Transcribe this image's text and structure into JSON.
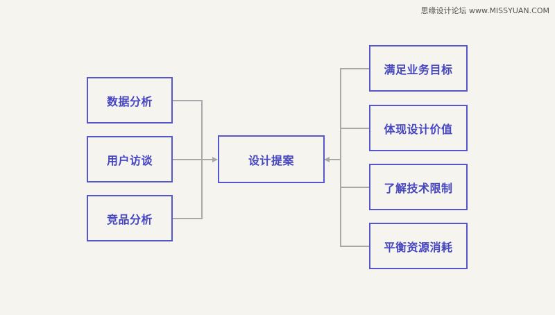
{
  "watermark": {
    "text": "思缘设计论坛 www.MISSYUAN.COM"
  },
  "colors": {
    "background": "#f6f4ee",
    "node_border": "#5555cc",
    "node_text": "#4646c0",
    "connector": "#a8a8a8"
  },
  "diagram": {
    "inputs": [
      {
        "label": "数据分析"
      },
      {
        "label": "用户访谈"
      },
      {
        "label": "竞品分析"
      }
    ],
    "center": {
      "label": "设计提案"
    },
    "outputs": [
      {
        "label": "满足业务目标"
      },
      {
        "label": "体现设计价值"
      },
      {
        "label": "了解技术限制"
      },
      {
        "label": "平衡资源消耗"
      }
    ]
  }
}
